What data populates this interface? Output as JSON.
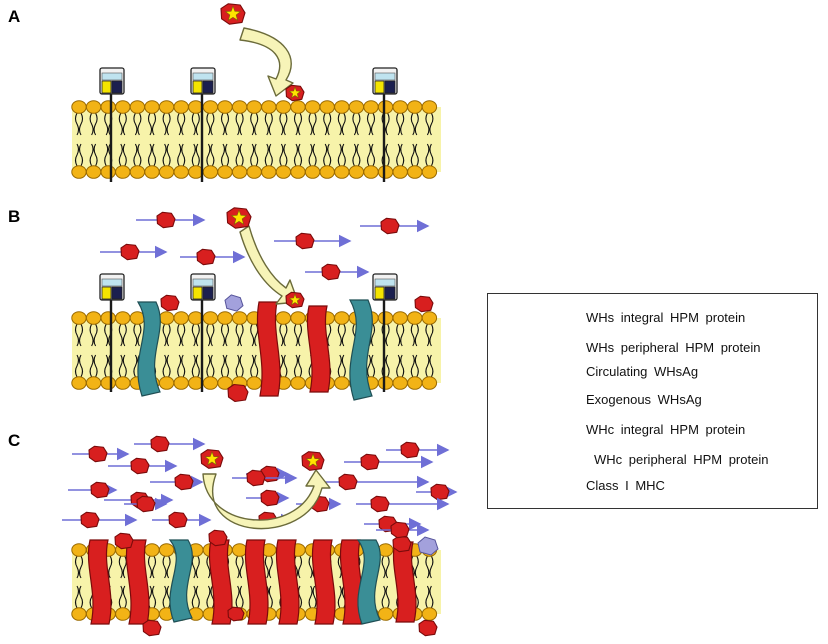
{
  "panels": [
    {
      "label": "A"
    },
    {
      "label": "B"
    },
    {
      "label": "C"
    }
  ],
  "legend": {
    "items": [
      {
        "key": "wh-integral",
        "label": "WHs integral  HPM  protein"
      },
      {
        "key": "wh-peripheral",
        "label": "WHs peripheral  HPM  protein"
      },
      {
        "key": "circulating",
        "label": "Circulating  WHsAg"
      },
      {
        "key": "exogenous",
        "label": "Exogenous  WHsAg"
      },
      {
        "key": "whc-integral",
        "label": "WHc integral  HPM  protein"
      },
      {
        "key": "whc-peripheral",
        "label": "WHc peripheral  HPM  protein"
      },
      {
        "key": "mhc",
        "label": "Class  I  MHC"
      }
    ]
  },
  "colors": {
    "red_protein": "#d81f1f",
    "red_outline": "#7a0b0b",
    "teal_protein": "#3a8e96",
    "lavender": "#a3a1dc",
    "lipid_head": "#f2b316",
    "lipid_fill": "#f7f3aa",
    "arrow_blue": "#6f6fd6",
    "big_arrow": "#f7f4b8",
    "star": "#ffe400"
  }
}
